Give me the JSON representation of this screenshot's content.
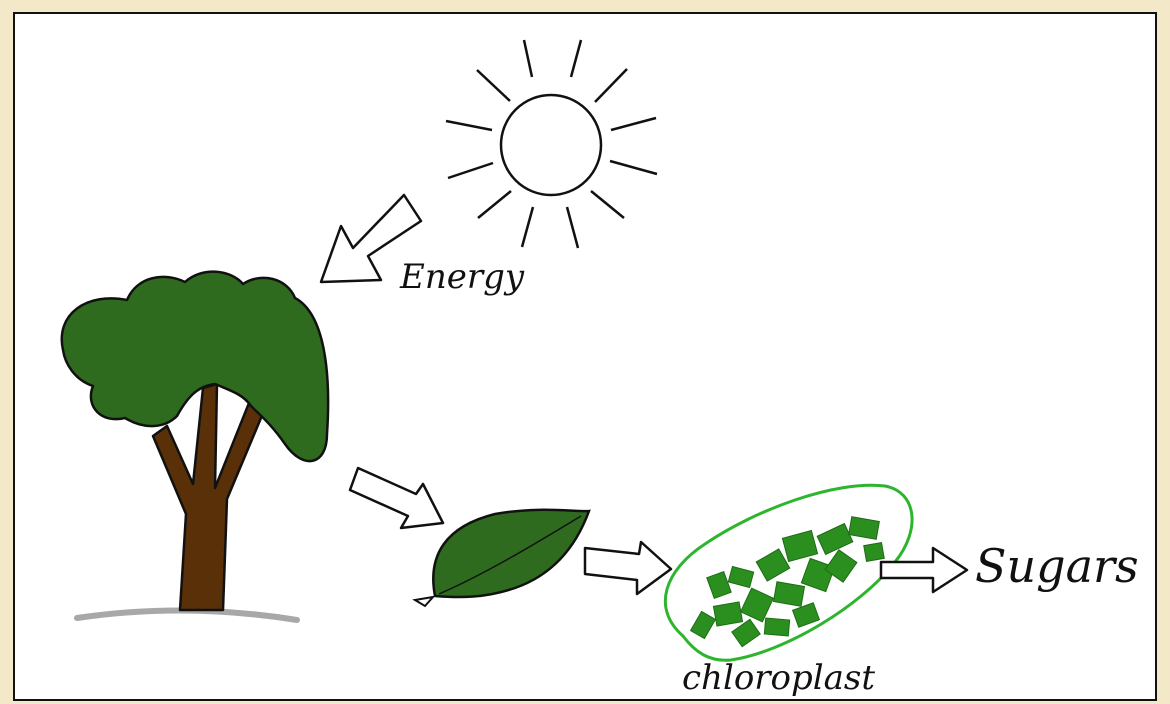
{
  "labels": {
    "energy": "Energy",
    "chloroplast": "chloroplast",
    "sugars": "Sugars"
  },
  "colors": {
    "frame": "#f3e8c8",
    "panel": "#ffffff",
    "foliage": "#2f6b1f",
    "trunk": "#5a3008",
    "leaf": "#2f6b1f",
    "chloroplast_outline": "#2db52d",
    "thylakoid": "#2a8f1e",
    "ground": "#a8a8a8"
  }
}
